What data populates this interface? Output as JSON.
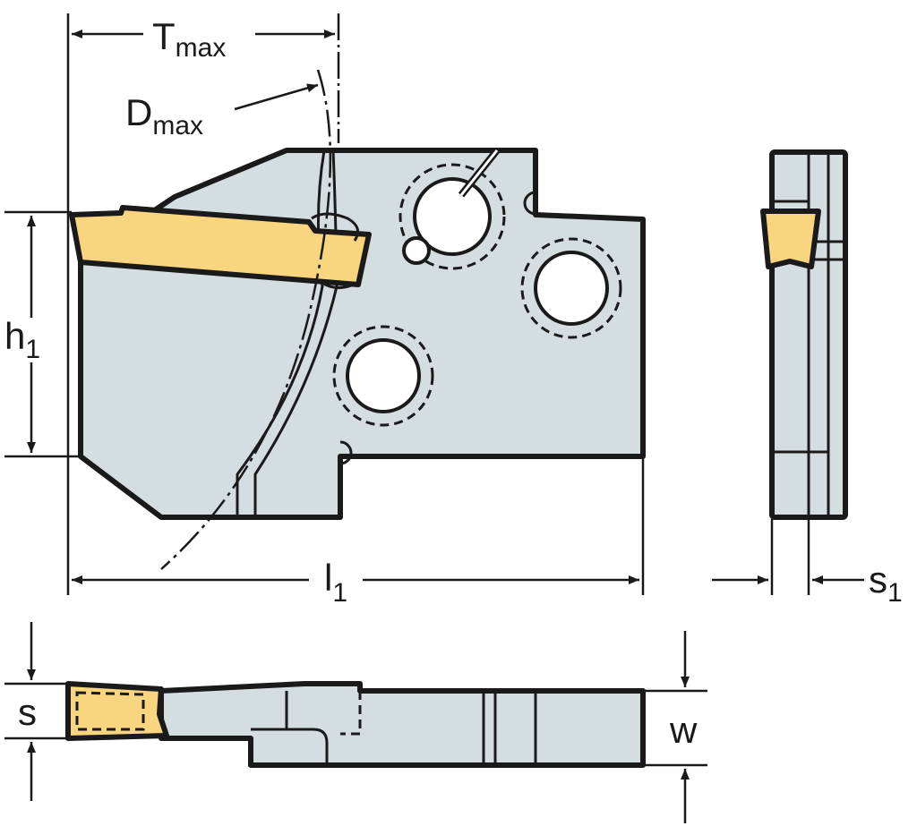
{
  "labels": {
    "tmax": {
      "main": "T",
      "sub": "max"
    },
    "dmax": {
      "main": "D",
      "sub": "max"
    },
    "h1": {
      "main": "h",
      "sub": "1"
    },
    "l1": {
      "main": "l",
      "sub": "1"
    },
    "s1": {
      "main": "s",
      "sub": "1"
    },
    "s": "s",
    "w": "w"
  },
  "colors": {
    "body": "#d4dee0",
    "insert": "#f8d57e",
    "line": "#1a1a1a"
  }
}
